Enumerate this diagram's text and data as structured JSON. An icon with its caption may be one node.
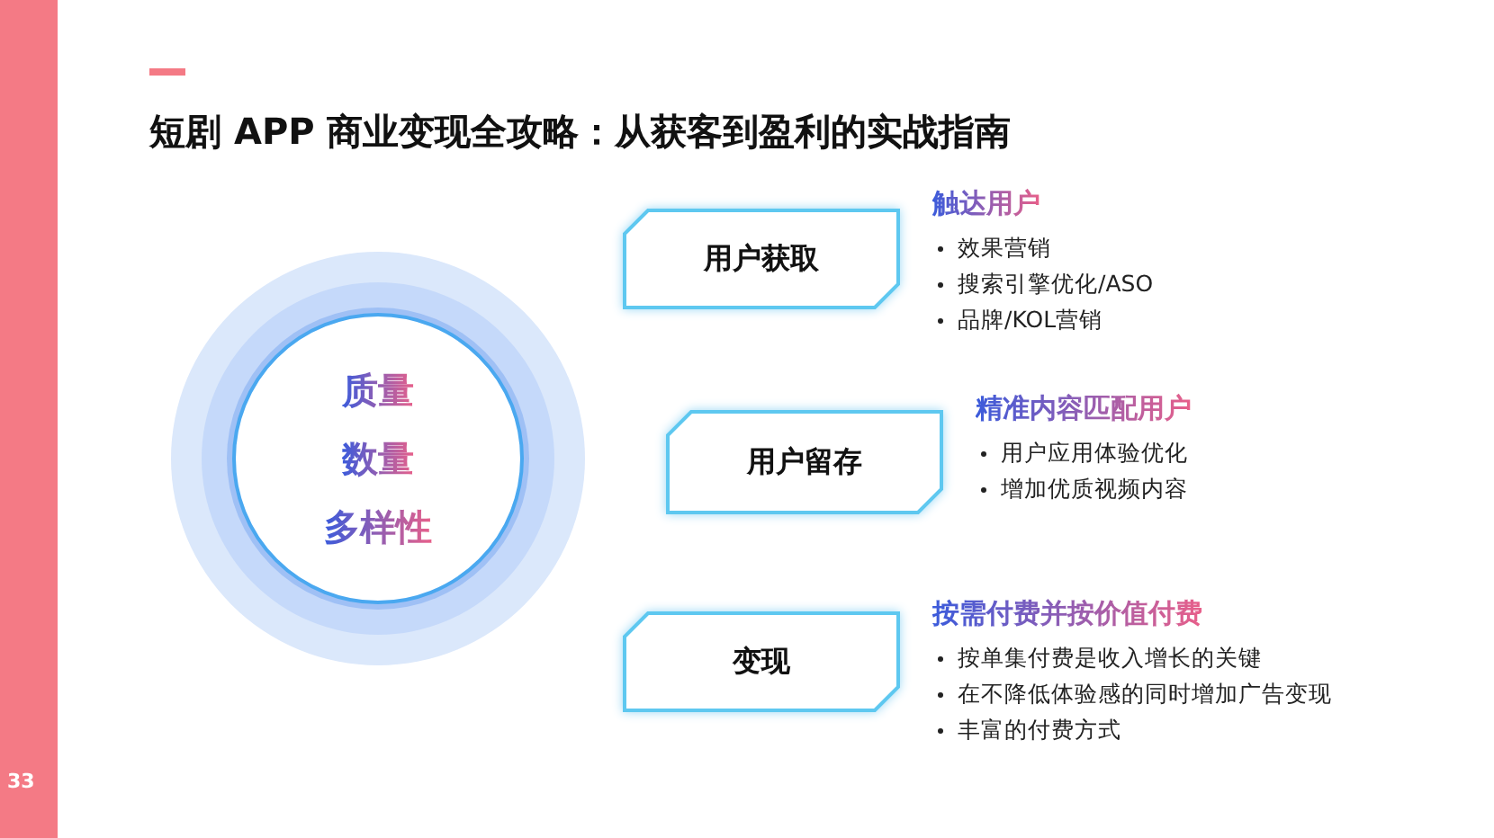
{
  "diagram": {
    "title": "短剧 APP 商业变现全攻略：从获客到盈利的实战指南",
    "nodes": [
      {
        "text": [
          "质量",
          "数量",
          "多样性"
        ]
      },
      {
        "text": [
          "用户获取"
        ],
        "beside": [
          "触达用户",
          "效果营销",
          "搜索引擎优化/ASO",
          "品牌/KOL营销"
        ]
      },
      {
        "text": [
          "用户留存"
        ],
        "beside": [
          "精准内容匹配用户",
          "用户应用体验优化",
          "增加优质视频内容"
        ]
      },
      {
        "text": [
          "变现"
        ],
        "beside": [
          "按需付费并按价值付费",
          "按单集付费是收入增长的关键",
          "在不降低体验感的同时增加广告变现",
          "丰富的付费方式"
        ]
      }
    ],
    "labels": [
      "33"
    ]
  }
}
